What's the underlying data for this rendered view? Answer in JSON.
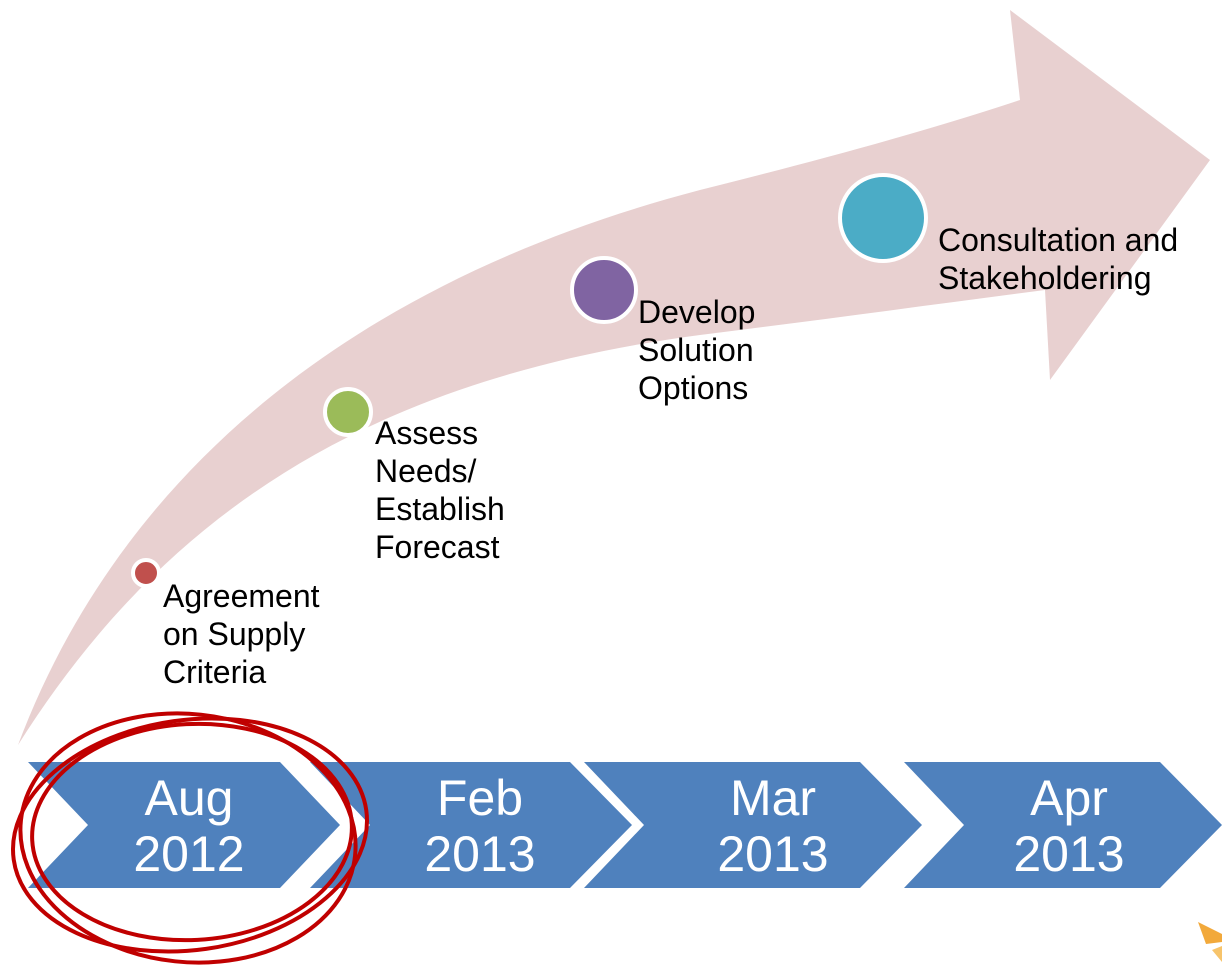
{
  "colors": {
    "arrow_fill": "#e8d0d0",
    "chevron_fill": "#4f81bd",
    "highlight_ring": "#c00000",
    "milestone_1": "#c0504d",
    "milestone_2": "#9bbb59",
    "milestone_3": "#8064a2",
    "milestone_4": "#4bacc6"
  },
  "milestones": [
    {
      "label": "Agreement\non Supply\nCriteria",
      "color": "#c0504d"
    },
    {
      "label": "Assess\nNeeds/\nEstablish\nForecast",
      "color": "#9bbb59"
    },
    {
      "label": "Develop\nSolution\nOptions",
      "color": "#8064a2"
    },
    {
      "label": "Consultation and\nStakeholdering",
      "color": "#4bacc6"
    }
  ],
  "timeline": [
    {
      "label": "Aug\n2012",
      "highlighted": true
    },
    {
      "label": "Feb\n2013",
      "highlighted": false
    },
    {
      "label": "Mar\n2013",
      "highlighted": false
    },
    {
      "label": "Apr\n2013",
      "highlighted": false
    }
  ],
  "icons": {
    "corner_logo": "star-burst-logo-icon"
  }
}
